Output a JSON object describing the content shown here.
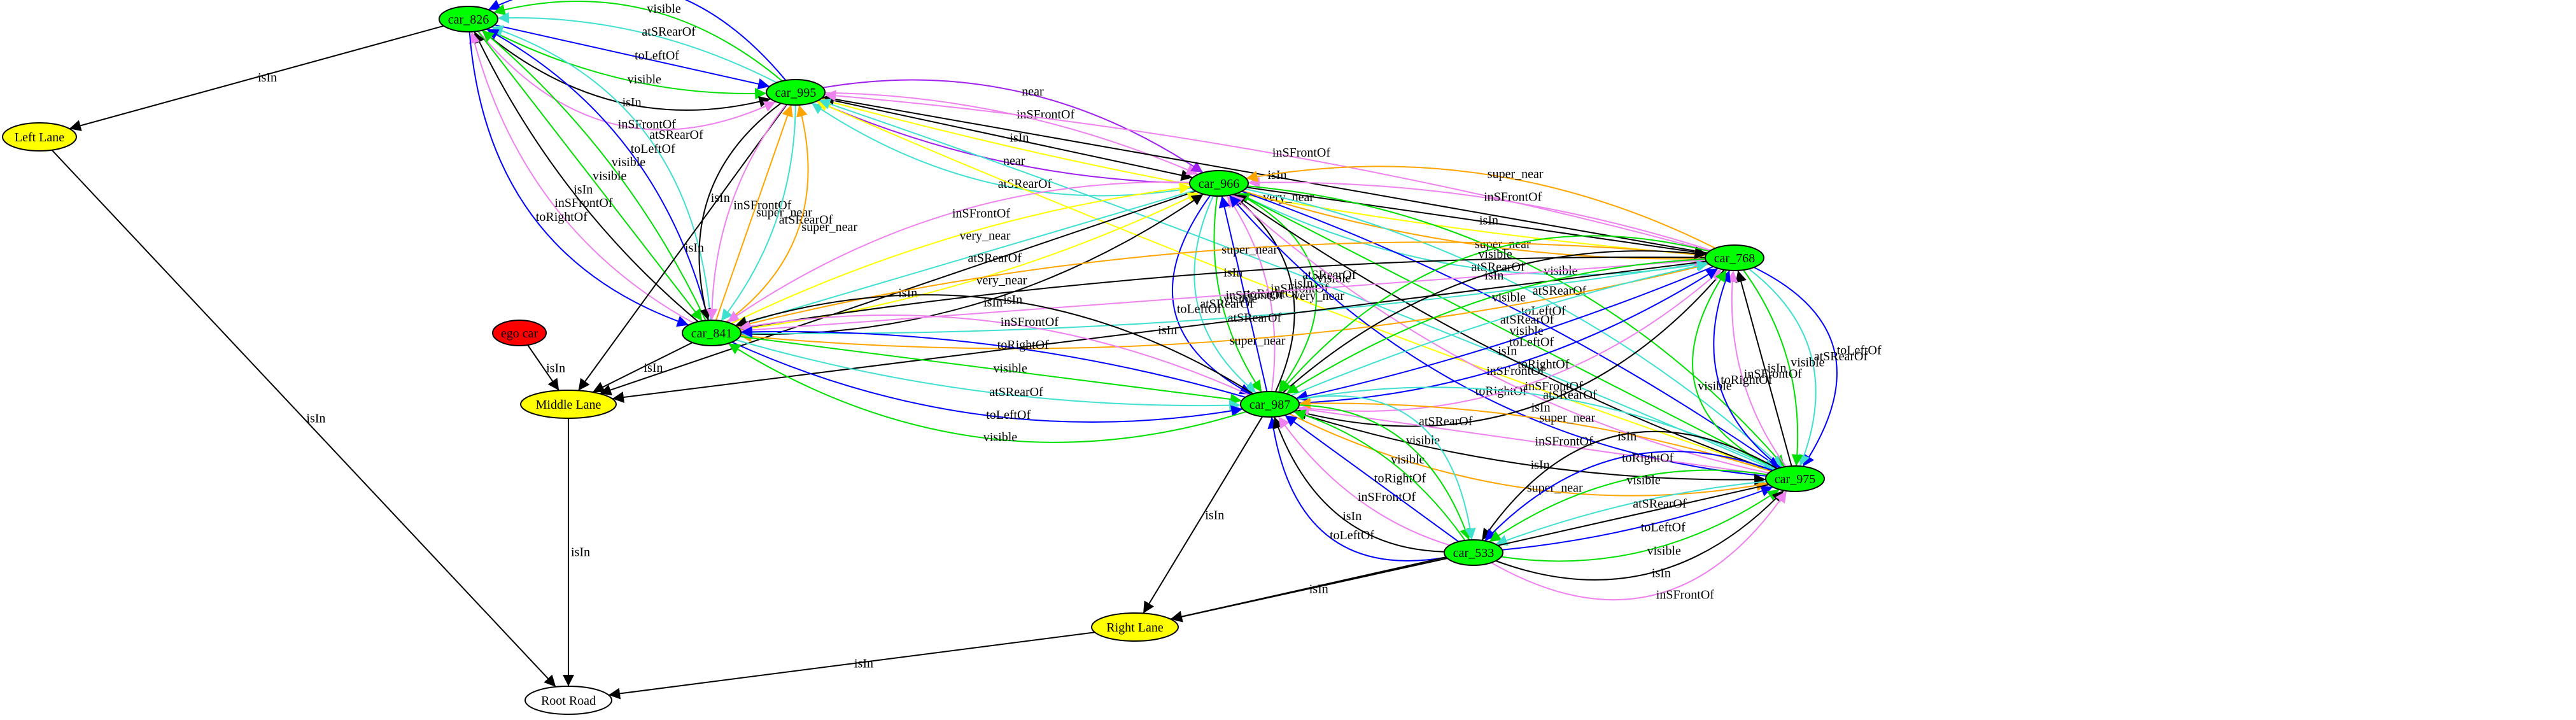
{
  "colors": {
    "car_node": "#00ff00",
    "lane_node": "#ffff00",
    "ego_node": "#ff0000",
    "road_node": "#ffffff",
    "isIn": "#000000",
    "toLeftOf": "#0000ff",
    "toRightOf": "#0000ff",
    "visible": "#00e000",
    "atSRearOf": "#40e0d0",
    "inSFrontOf": "#ee82ee",
    "near": "#a020f0",
    "super_near": "#ffa500",
    "very_near": "#ffff00"
  },
  "nodes": [
    {
      "id": "car_826",
      "label": "car_826",
      "kind": "car"
    },
    {
      "id": "car_995",
      "label": "car_995",
      "kind": "car"
    },
    {
      "id": "car_966",
      "label": "car_966",
      "kind": "car"
    },
    {
      "id": "car_768",
      "label": "car_768",
      "kind": "car"
    },
    {
      "id": "car_841",
      "label": "car_841",
      "kind": "car"
    },
    {
      "id": "car_987",
      "label": "car_987",
      "kind": "car"
    },
    {
      "id": "car_975",
      "label": "car_975",
      "kind": "car"
    },
    {
      "id": "car_533",
      "label": "car_533",
      "kind": "car"
    },
    {
      "id": "ego_car",
      "label": "ego car",
      "kind": "ego"
    },
    {
      "id": "left_lane",
      "label": "Left Lane",
      "kind": "lane"
    },
    {
      "id": "middle_lane",
      "label": "Middle Lane",
      "kind": "lane"
    },
    {
      "id": "right_lane",
      "label": "Right Lane",
      "kind": "lane"
    },
    {
      "id": "root_road",
      "label": "Root Road",
      "kind": "road"
    }
  ],
  "edges": [
    {
      "from": "car_826",
      "to": "left_lane",
      "label": "isIn",
      "rel": "isIn"
    },
    {
      "from": "left_lane",
      "to": "root_road",
      "label": "isIn",
      "rel": "isIn"
    },
    {
      "from": "middle_lane",
      "to": "root_road",
      "label": "isIn",
      "rel": "isIn"
    },
    {
      "from": "right_lane",
      "to": "root_road",
      "label": "isIn",
      "rel": "isIn"
    },
    {
      "from": "ego_car",
      "to": "middle_lane",
      "label": "isIn",
      "rel": "isIn"
    },
    {
      "from": "car_995",
      "to": "car_826",
      "label": "toRightOf",
      "rel": "toRightOf"
    },
    {
      "from": "car_995",
      "to": "car_826",
      "label": "visible",
      "rel": "visible"
    },
    {
      "from": "car_995",
      "to": "car_826",
      "label": "atSRearOf",
      "rel": "atSRearOf"
    },
    {
      "from": "car_826",
      "to": "car_995",
      "label": "toLeftOf",
      "rel": "toLeftOf"
    },
    {
      "from": "car_826",
      "to": "car_995",
      "label": "visible",
      "rel": "visible"
    },
    {
      "from": "car_826",
      "to": "car_995",
      "label": "isIn",
      "rel": "isIn"
    },
    {
      "from": "car_826",
      "to": "car_995",
      "label": "inSFrontOf",
      "rel": "inSFrontOf"
    },
    {
      "from": "car_841",
      "to": "car_826",
      "label": "atSRearOf",
      "rel": "atSRearOf"
    },
    {
      "from": "car_841",
      "to": "car_826",
      "label": "toLeftOf",
      "rel": "toLeftOf"
    },
    {
      "from": "car_841",
      "to": "car_826",
      "label": "visible",
      "rel": "visible"
    },
    {
      "from": "car_826",
      "to": "car_841",
      "label": "visible",
      "rel": "visible"
    },
    {
      "from": "car_841",
      "to": "car_826",
      "label": "isIn",
      "rel": "isIn"
    },
    {
      "from": "car_841",
      "to": "car_826",
      "label": "inSFrontOf",
      "rel": "inSFrontOf"
    },
    {
      "from": "car_826",
      "to": "car_841",
      "label": "toRightOf",
      "rel": "toRightOf"
    },
    {
      "from": "car_995",
      "to": "middle_lane",
      "label": "isIn",
      "rel": "isIn"
    },
    {
      "from": "car_995",
      "to": "car_841",
      "label": "isIn",
      "rel": "isIn"
    },
    {
      "from": "car_995",
      "to": "car_841",
      "label": "inSFrontOf",
      "rel": "inSFrontOf"
    },
    {
      "from": "car_841",
      "to": "car_995",
      "label": "super_near",
      "rel": "super_near"
    },
    {
      "from": "car_995",
      "to": "car_841",
      "label": "atSRearOf",
      "rel": "atSRearOf"
    },
    {
      "from": "car_841",
      "to": "car_995",
      "label": "super_near",
      "rel": "super_near"
    },
    {
      "from": "car_966",
      "to": "car_995",
      "label": "atSRearOf",
      "rel": "atSRearOf"
    },
    {
      "from": "car_966",
      "to": "car_995",
      "label": "near",
      "rel": "near"
    },
    {
      "from": "car_995",
      "to": "car_966",
      "label": "isIn",
      "rel": "isIn"
    },
    {
      "from": "car_995",
      "to": "car_966",
      "label": "inSFrontOf",
      "rel": "inSFrontOf"
    },
    {
      "from": "car_995",
      "to": "car_966",
      "label": "near",
      "rel": "near"
    },
    {
      "from": "car_768",
      "to": "car_995",
      "label": "very_near",
      "rel": "very_near"
    },
    {
      "from": "car_768",
      "to": "car_995",
      "label": "isIn",
      "rel": "isIn"
    },
    {
      "from": "car_768",
      "to": "car_995",
      "label": "inSFrontOf",
      "rel": "inSFrontOf"
    },
    {
      "from": "car_975",
      "to": "car_995",
      "label": "very_near",
      "rel": "very_near"
    },
    {
      "from": "car_975",
      "to": "car_995",
      "label": "atSRearOf",
      "rel": "atSRearOf"
    },
    {
      "from": "car_966",
      "to": "middle_lane",
      "label": "isIn",
      "rel": "isIn"
    },
    {
      "from": "car_966",
      "to": "car_841",
      "label": "inSFrontOf",
      "rel": "inSFrontOf"
    },
    {
      "from": "car_841",
      "to": "car_966",
      "label": "very_near",
      "rel": "very_near"
    },
    {
      "from": "car_966",
      "to": "car_841",
      "label": "atSRearOf",
      "rel": "atSRearOf"
    },
    {
      "from": "car_841",
      "to": "car_966",
      "label": "very_near",
      "rel": "very_near"
    },
    {
      "from": "car_841",
      "to": "car_966",
      "label": "isIn",
      "rel": "isIn"
    },
    {
      "from": "car_966",
      "to": "car_768",
      "label": "atSRearOf",
      "rel": "atSRearOf"
    },
    {
      "from": "car_966",
      "to": "car_768",
      "label": "super_near",
      "rel": "super_near"
    },
    {
      "from": "car_966",
      "to": "car_768",
      "label": "isIn",
      "rel": "isIn"
    },
    {
      "from": "car_768",
      "to": "car_966",
      "label": "inSFrontOf",
      "rel": "inSFrontOf"
    },
    {
      "from": "car_768",
      "to": "car_966",
      "label": "super_near",
      "rel": "super_near"
    },
    {
      "from": "car_966",
      "to": "car_987",
      "label": "visible",
      "rel": "visible"
    },
    {
      "from": "car_987",
      "to": "car_966",
      "label": "isIn",
      "rel": "isIn"
    },
    {
      "from": "car_987",
      "to": "car_966",
      "label": "inSFrontOf",
      "rel": "inSFrontOf"
    },
    {
      "from": "car_987",
      "to": "car_966",
      "label": "toRightOf",
      "rel": "toRightOf"
    },
    {
      "from": "car_966",
      "to": "car_987",
      "label": "visible",
      "rel": "visible"
    },
    {
      "from": "car_966",
      "to": "car_987",
      "label": "atSRearOf",
      "rel": "atSRearOf"
    },
    {
      "from": "car_966",
      "to": "car_987",
      "label": "toLeftOf",
      "rel": "toLeftOf"
    },
    {
      "from": "car_966",
      "to": "car_975",
      "label": "visible",
      "rel": "visible"
    },
    {
      "from": "car_966",
      "to": "car_975",
      "label": "atSRearOf",
      "rel": "atSRearOf"
    },
    {
      "from": "car_966",
      "to": "car_975",
      "label": "toLeftOf",
      "rel": "toLeftOf"
    },
    {
      "from": "car_975",
      "to": "car_966",
      "label": "visible",
      "rel": "visible"
    },
    {
      "from": "car_975",
      "to": "car_966",
      "label": "isIn",
      "rel": "isIn"
    },
    {
      "from": "car_975",
      "to": "car_966",
      "label": "inSFrontOf",
      "rel": "inSFrontOf"
    },
    {
      "from": "car_975",
      "to": "car_966",
      "label": "toRightOf",
      "rel": "toRightOf"
    },
    {
      "from": "car_768",
      "to": "car_841",
      "label": "super_near",
      "rel": "super_near"
    },
    {
      "from": "car_768",
      "to": "car_841",
      "label": "atSRearOf",
      "rel": "atSRearOf"
    },
    {
      "from": "car_841",
      "to": "car_768",
      "label": "inSFrontOf",
      "rel": "inSFrontOf"
    },
    {
      "from": "car_768",
      "to": "car_841",
      "label": "isIn",
      "rel": "isIn"
    },
    {
      "from": "car_841",
      "to": "car_768",
      "label": "super_near",
      "rel": "super_near"
    },
    {
      "from": "car_768",
      "to": "middle_lane",
      "label": "isIn",
      "rel": "isIn"
    },
    {
      "from": "car_768",
      "to": "car_987",
      "label": "isIn",
      "rel": "isIn"
    },
    {
      "from": "car_987",
      "to": "car_768",
      "label": "inSFrontOf",
      "rel": "inSFrontOf"
    },
    {
      "from": "car_987",
      "to": "car_768",
      "label": "toRightOf",
      "rel": "toRightOf"
    },
    {
      "from": "car_768",
      "to": "car_987",
      "label": "toLeftOf",
      "rel": "toLeftOf"
    },
    {
      "from": "car_987",
      "to": "car_768",
      "label": "atSRearOf",
      "rel": "atSRearOf"
    },
    {
      "from": "car_768",
      "to": "car_987",
      "label": "visible",
      "rel": "visible"
    },
    {
      "from": "car_987",
      "to": "car_768",
      "label": "isIn",
      "rel": "isIn"
    },
    {
      "from": "car_768",
      "to": "car_987",
      "label": "visible",
      "rel": "visible"
    },
    {
      "from": "car_768",
      "to": "car_975",
      "label": "toLeftOf",
      "rel": "toLeftOf"
    },
    {
      "from": "car_768",
      "to": "car_975",
      "label": "atSRearOf",
      "rel": "atSRearOf"
    },
    {
      "from": "car_768",
      "to": "car_975",
      "label": "visible",
      "rel": "visible"
    },
    {
      "from": "car_975",
      "to": "car_768",
      "label": "isIn",
      "rel": "isIn"
    },
    {
      "from": "car_975",
      "to": "car_768",
      "label": "inSFrontOf",
      "rel": "inSFrontOf"
    },
    {
      "from": "car_975",
      "to": "car_768",
      "label": "toRightOf",
      "rel": "toRightOf"
    },
    {
      "from": "car_975",
      "to": "car_768",
      "label": "visible",
      "rel": "visible"
    },
    {
      "from": "car_841",
      "to": "middle_lane",
      "label": "isIn",
      "rel": "isIn"
    },
    {
      "from": "car_987",
      "to": "car_841",
      "label": "isIn",
      "rel": "isIn"
    },
    {
      "from": "car_987",
      "to": "car_841",
      "label": "inSFrontOf",
      "rel": "inSFrontOf"
    },
    {
      "from": "car_987",
      "to": "car_841",
      "label": "toRightOf",
      "rel": "toRightOf"
    },
    {
      "from": "car_841",
      "to": "car_987",
      "label": "visible",
      "rel": "visible"
    },
    {
      "from": "car_841",
      "to": "car_987",
      "label": "atSRearOf",
      "rel": "atSRearOf"
    },
    {
      "from": "car_841",
      "to": "car_987",
      "label": "toLeftOf",
      "rel": "toLeftOf"
    },
    {
      "from": "car_987",
      "to": "car_841",
      "label": "visible",
      "rel": "visible"
    },
    {
      "from": "car_987",
      "to": "car_975",
      "label": "super_near",
      "rel": "super_near"
    },
    {
      "from": "car_987",
      "to": "car_975",
      "label": "isIn",
      "rel": "isIn"
    },
    {
      "from": "car_975",
      "to": "car_987",
      "label": "inSFrontOf",
      "rel": "inSFrontOf"
    },
    {
      "from": "car_975",
      "to": "car_987",
      "label": "super_near",
      "rel": "super_near"
    },
    {
      "from": "car_987",
      "to": "car_975",
      "label": "atSRearOf",
      "rel": "atSRearOf"
    },
    {
      "from": "car_987",
      "to": "right_lane",
      "label": "isIn",
      "rel": "isIn"
    },
    {
      "from": "car_533",
      "to": "car_987",
      "label": "toLeftOf",
      "rel": "toLeftOf"
    },
    {
      "from": "car_533",
      "to": "car_987",
      "label": "isIn",
      "rel": "isIn"
    },
    {
      "from": "car_533",
      "to": "car_987",
      "label": "inSFrontOf",
      "rel": "inSFrontOf"
    },
    {
      "from": "car_533",
      "to": "car_987",
      "label": "toRightOf",
      "rel": "toRightOf"
    },
    {
      "from": "car_533",
      "to": "car_987",
      "label": "visible",
      "rel": "visible"
    },
    {
      "from": "car_987",
      "to": "car_533",
      "label": "visible",
      "rel": "visible"
    },
    {
      "from": "car_987",
      "to": "car_533",
      "label": "atSRearOf",
      "rel": "atSRearOf"
    },
    {
      "from": "car_975",
      "to": "car_533",
      "label": "isIn",
      "rel": "isIn"
    },
    {
      "from": "car_975",
      "to": "car_533",
      "label": "toRightOf",
      "rel": "toRightOf"
    },
    {
      "from": "car_975",
      "to": "car_533",
      "label": "visible",
      "rel": "visible"
    },
    {
      "from": "car_975",
      "to": "car_533",
      "label": "atSRearOf",
      "rel": "atSRearOf"
    },
    {
      "from": "car_533",
      "to": "car_975",
      "label": "toLeftOf",
      "rel": "toLeftOf"
    },
    {
      "from": "car_533",
      "to": "car_975",
      "label": "visible",
      "rel": "visible"
    },
    {
      "from": "car_533",
      "to": "car_975",
      "label": "isIn",
      "rel": "isIn"
    },
    {
      "from": "car_533",
      "to": "car_975",
      "label": "inSFrontOf",
      "rel": "inSFrontOf"
    },
    {
      "from": "car_975",
      "to": "right_lane",
      "label": "isIn",
      "rel": "isIn"
    },
    {
      "from": "car_533",
      "to": "right_lane",
      "label": "isIn",
      "rel": "isIn"
    }
  ]
}
